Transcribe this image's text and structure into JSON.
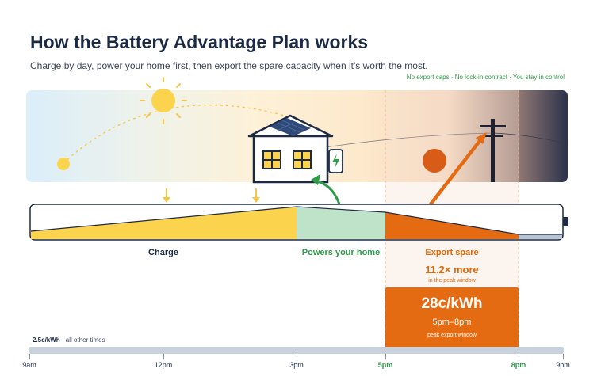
{
  "header": {
    "title": "How the Battery Advantage Plan works",
    "subtitle": "Charge by day, power your home first, then export the spare capacity when it's worth the most.",
    "tagline": "No export caps · No lock-in contract · You stay in control"
  },
  "phases": {
    "charge": "Charge",
    "powers": "Powers your home",
    "export": "Export spare"
  },
  "export": {
    "multiplier": "11.2× more",
    "multiplier_note": "in the peak window",
    "price": "28c/kWh",
    "window": "5pm–8pm",
    "caption": "peak export window"
  },
  "base_rate": {
    "price": "2.5c/kWh",
    "note": "· all other times"
  },
  "timeline": {
    "labels": [
      "9am",
      "12pm",
      "3pm",
      "5pm",
      "8pm",
      "9pm"
    ]
  },
  "colors": {
    "charge": "#fcd34d",
    "home": "#bfe3c8",
    "export": "#e56b12",
    "accent_green": "#2f9a48",
    "navy": "#1d2a44"
  },
  "icons": [
    "sun-icon",
    "house-icon",
    "battery-icon",
    "power-pole-icon",
    "arrow-icon"
  ]
}
